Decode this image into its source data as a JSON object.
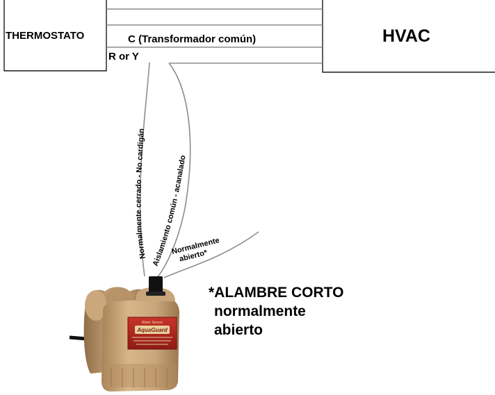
{
  "thermostat_label": "THERMOSTATO",
  "hvac_label": "HVAC",
  "common_terminal_label": "C (Transformador común)",
  "r_terminal_label": "R or Y",
  "wire_labels": {
    "normally_closed": "Normalmente cerrado - No cardigán",
    "common": "Aislamiento común - acanalado",
    "normally_open_line1": "Normalmente",
    "normally_open_line2": "abierto*"
  },
  "note": {
    "line1": "*ALAMBRE CORTO",
    "line2": "normalmente",
    "line3": "abierto"
  },
  "product_label": {
    "brand": "AquaGuard",
    "tagline": "Water Sensor"
  },
  "colors": {
    "wire": "#8c8c8c",
    "box_stroke": "#1a1a1a",
    "sensor_body": "#c9a57a",
    "sensor_label": "#b3281e",
    "connector": "#111111"
  }
}
